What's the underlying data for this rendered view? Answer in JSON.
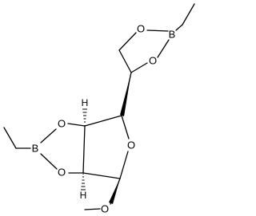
{
  "molecule": {
    "atoms": {
      "boron_top": "B",
      "oxygen_dioxaborolane_top": "O",
      "oxygen_dioxaborolane_mid": "O",
      "oxygen_ring": "O",
      "oxygen_left_top": "O",
      "boron_left": "B",
      "oxygen_left_bottom": "O",
      "oxygen_methoxy": "O",
      "hydrogen_top": "H",
      "hydrogen_bottom": "H"
    }
  }
}
